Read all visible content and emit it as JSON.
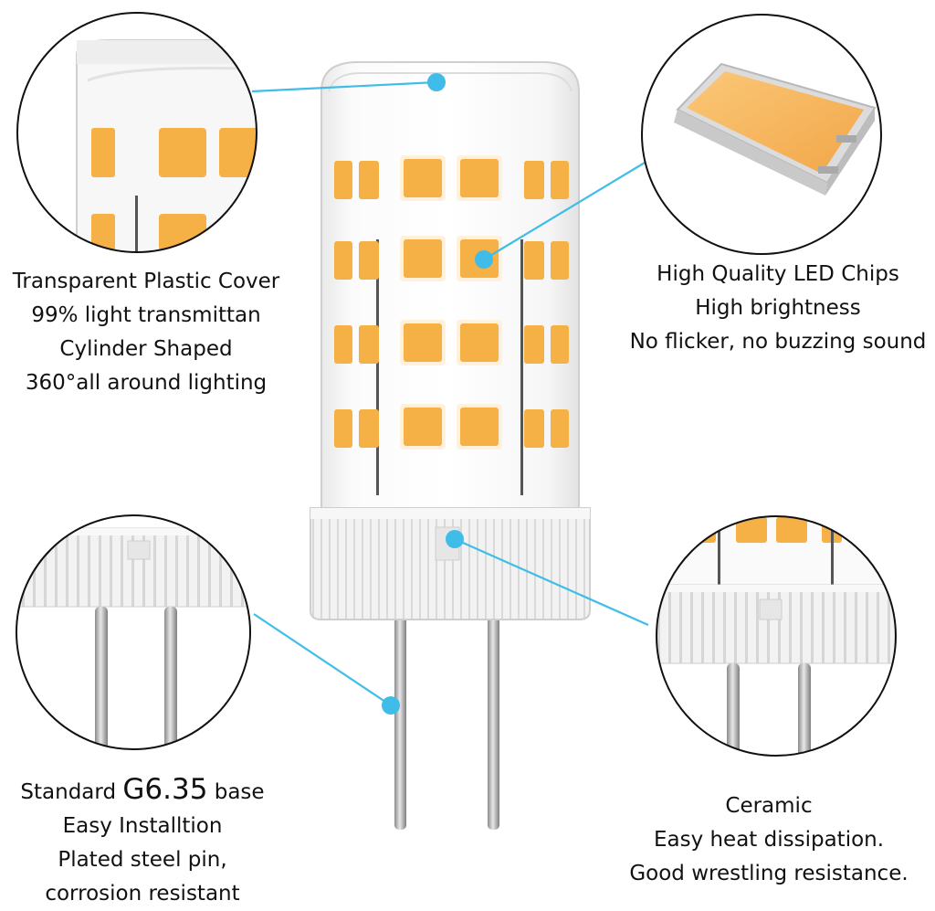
{
  "colors": {
    "accent": "#3fbde8",
    "led_orange": "#f5b046",
    "led_pad": "#fff1dc",
    "ceramic": "#f1f1f1",
    "text": "#111111"
  },
  "callouts": {
    "cover": {
      "line1": "Transparent Plastic Cover",
      "line2": "99% light transmittan",
      "line3": "Cylinder Shaped",
      "line4": "360°all around lighting"
    },
    "chips": {
      "line1": "High Quality LED Chips",
      "line2": "High brightness",
      "line3": "No flicker, no buzzing sound"
    },
    "base": {
      "prefix": "Standard",
      "model": "G6.35",
      "suffix": "base",
      "line2": "Easy Installtion",
      "line3": "Plated steel pin,",
      "line4": "corrosion resistant"
    },
    "ceramic": {
      "line1": "Ceramic",
      "line2": "Easy heat dissipation.",
      "line3": "Good wrestling resistance."
    }
  }
}
